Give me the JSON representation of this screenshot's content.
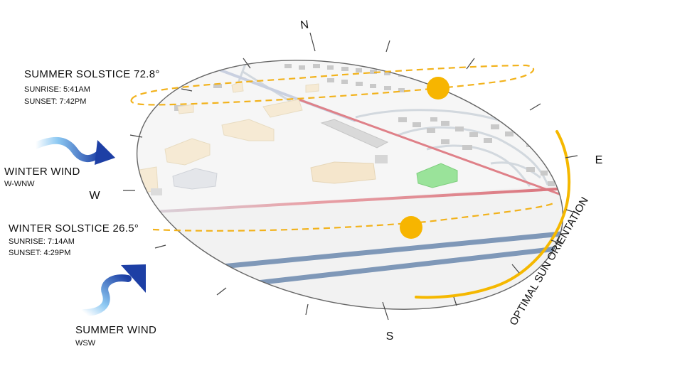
{
  "compass": {
    "north": "N",
    "east": "E",
    "south": "S",
    "west": "W"
  },
  "summer_solstice": {
    "title": "SUMMER SOLSTICE 72.8°",
    "sunrise": "SUNRISE: 5:41AM",
    "sunset": "SUNSET: 7:42PM"
  },
  "winter_solstice": {
    "title": "WINTER SOLSTICE 26.5°",
    "sunrise": "SUNRISE: 7:14AM",
    "sunset": "SUNSET: 4:29PM"
  },
  "winter_wind": {
    "title": "WINTER WIND",
    "direction": "W-WNW"
  },
  "summer_wind": {
    "title": "SUMMER WIND",
    "direction": "WSW"
  },
  "optimal_label": "OPTIMAL SUN ORIENTATION",
  "colors": {
    "sun": "#f7b500",
    "path": "#f2b21b",
    "wind_dark": "#1d3fa5",
    "wind_light": "#9fd0f5",
    "road_blue": "#7f98b8",
    "road_red": "#d9787f",
    "green_building": "#8fe08f"
  }
}
